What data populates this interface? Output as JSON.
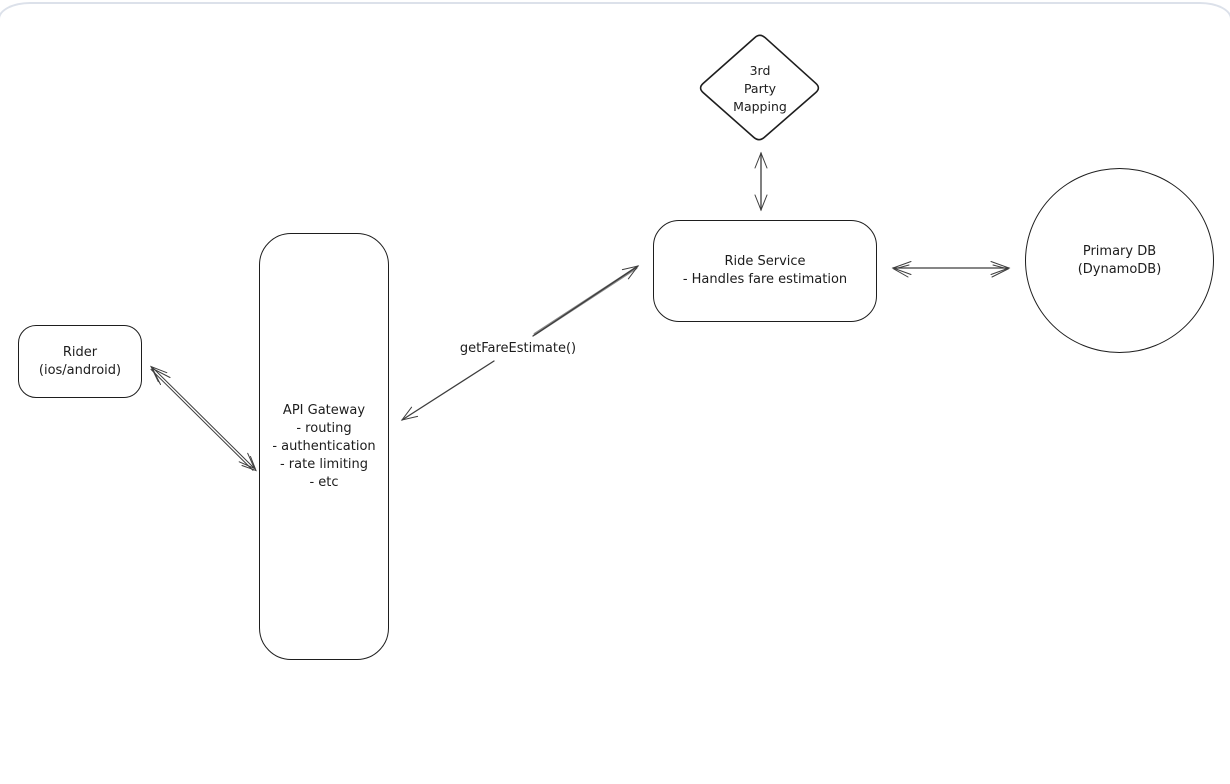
{
  "colors": {
    "background": "#ffffff",
    "shape_stroke": "#1e1e1e",
    "arrow_stroke": "#3d3d3d",
    "frame_border": "#dce1ea",
    "text": "#1c1c1c"
  },
  "nodes": {
    "third_party_mapping": {
      "shape": "diamond",
      "lines": [
        "3rd",
        "Party",
        "Mapping"
      ]
    },
    "rider": {
      "shape": "rounded-rectangle",
      "lines": [
        "Rider",
        "(ios/android)"
      ]
    },
    "api_gateway": {
      "shape": "rounded-rectangle",
      "lines": [
        "API Gateway",
        "- routing",
        "- authentication",
        "- rate limiting",
        "- etc"
      ]
    },
    "ride_service": {
      "shape": "rounded-rectangle",
      "lines": [
        "Ride Service",
        "- Handles fare estimation"
      ]
    },
    "primary_db": {
      "shape": "ellipse",
      "lines": [
        "Primary DB",
        "(DynamoDB)"
      ]
    }
  },
  "edges": {
    "rider_api_gateway": {
      "from": "rider",
      "to": "api_gateway",
      "bidirectional": true,
      "label": ""
    },
    "api_gateway_ride_service": {
      "from": "api_gateway",
      "to": "ride_service",
      "bidirectional": true,
      "label": "getFareEstimate()"
    },
    "third_party_mapping_ride_service": {
      "from": "third_party_mapping",
      "to": "ride_service",
      "bidirectional": true,
      "label": ""
    },
    "ride_service_primary_db": {
      "from": "ride_service",
      "to": "primary_db",
      "bidirectional": true,
      "label": ""
    }
  }
}
